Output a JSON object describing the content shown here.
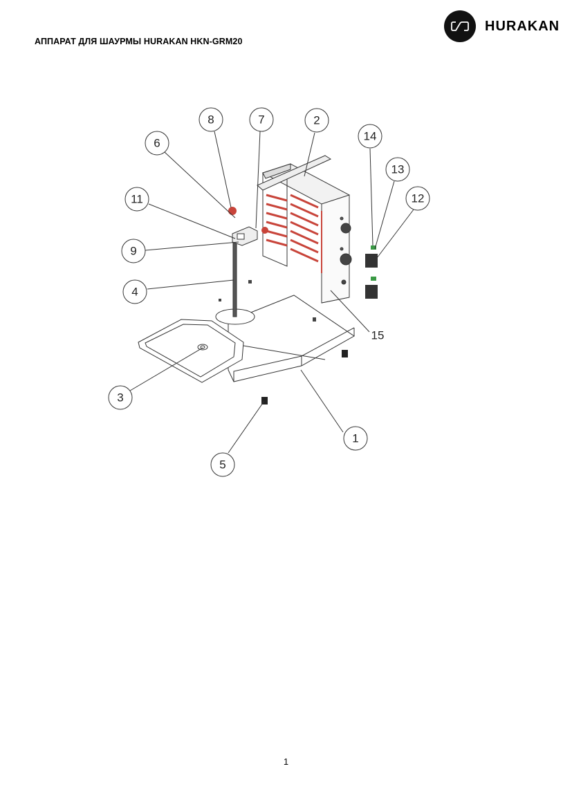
{
  "header": {
    "title": "АППАРАТ ДЛЯ ШАУРМЫ HURAKAN HKN-GRM20",
    "brand": "HURAKAN",
    "brand_icon": "hurakan-logo-icon"
  },
  "figure": {
    "callouts": [
      {
        "id": "c1",
        "label": "1"
      },
      {
        "id": "c2",
        "label": "2"
      },
      {
        "id": "c3",
        "label": "3"
      },
      {
        "id": "c4",
        "label": "4"
      },
      {
        "id": "c5",
        "label": "5"
      },
      {
        "id": "c6",
        "label": "6"
      },
      {
        "id": "c7",
        "label": "7"
      },
      {
        "id": "c8",
        "label": "8"
      },
      {
        "id": "c9",
        "label": "9"
      },
      {
        "id": "c11",
        "label": "11"
      },
      {
        "id": "c12",
        "label": "12"
      },
      {
        "id": "c13",
        "label": "13"
      },
      {
        "id": "c14",
        "label": "14"
      },
      {
        "id": "c15",
        "label": "15"
      }
    ],
    "colors": {
      "heater": "#c8443a",
      "knob_green": "#3a9a45",
      "line": "#333333"
    }
  },
  "footer": {
    "page_number": "1"
  }
}
